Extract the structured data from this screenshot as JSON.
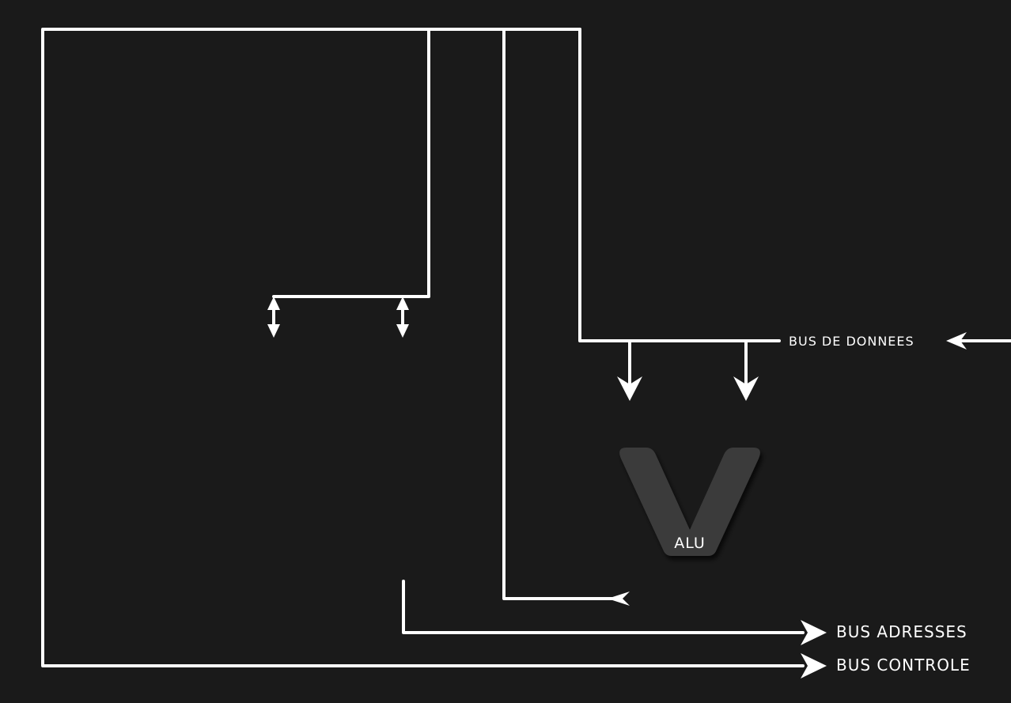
{
  "colors": {
    "background": "#1a1a1a",
    "wire": "#ffffff",
    "alu_fill": "#3a3a3a"
  },
  "labels": {
    "data_bus": "BUS DE DONNEES",
    "address_bus": "BUS ADRESSES",
    "control_bus": "BUS CONTROLE",
    "alu": "ALU"
  }
}
